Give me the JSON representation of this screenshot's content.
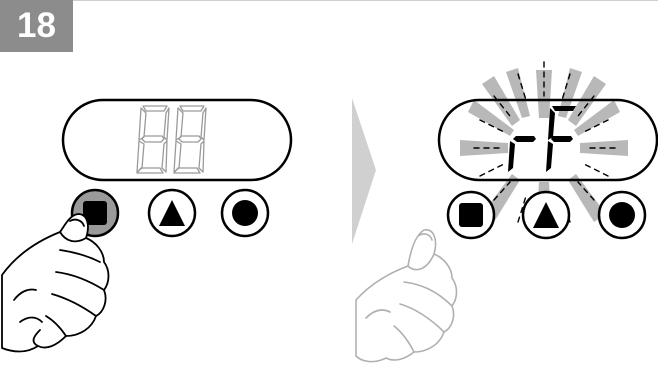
{
  "step": {
    "number": "18"
  },
  "before": {
    "display": {
      "text": "88",
      "state": "unlit"
    },
    "buttons": [
      {
        "name": "stop-button",
        "icon": "square-icon",
        "pressed": true
      },
      {
        "name": "up-button",
        "icon": "triangle-icon",
        "pressed": false
      },
      {
        "name": "ok-button",
        "icon": "circle-icon",
        "pressed": false
      }
    ]
  },
  "after": {
    "display": {
      "text": "rF",
      "state": "flashing"
    },
    "buttons": [
      {
        "name": "stop-button",
        "icon": "square-icon",
        "pressed": false
      },
      {
        "name": "up-button",
        "icon": "triangle-icon",
        "pressed": false
      },
      {
        "name": "ok-button",
        "icon": "circle-icon",
        "pressed": false
      }
    ]
  },
  "colors": {
    "badge": "#8c8c8c",
    "arrow": "#d0d0d0",
    "flash": "#b8b8b8",
    "pressed_button": "#9a9a9a",
    "faded_hand": "#b0b0b0"
  }
}
